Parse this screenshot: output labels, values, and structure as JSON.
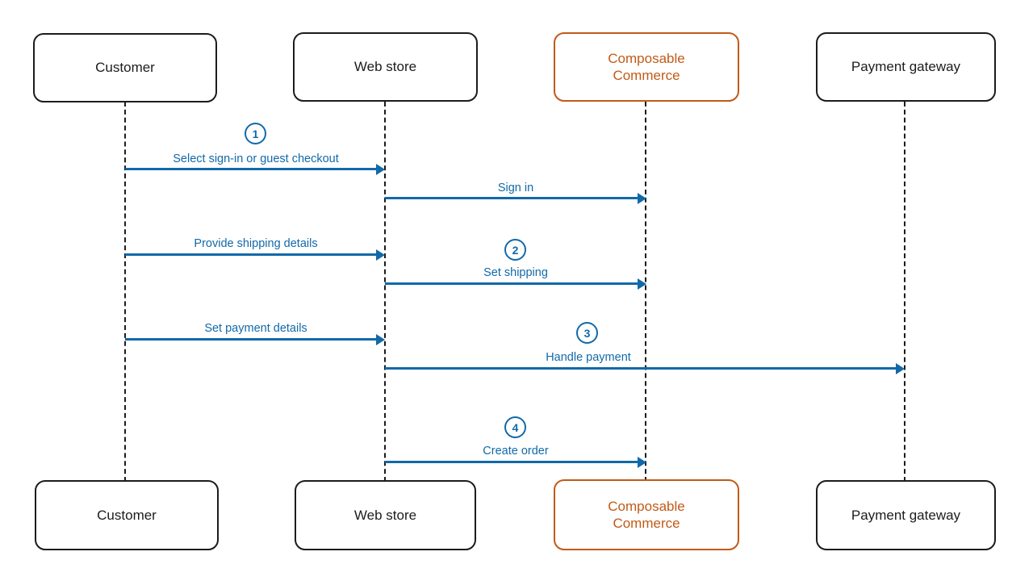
{
  "diagram": {
    "type": "sequence",
    "actors": [
      {
        "id": "customer",
        "label": "Customer",
        "accent": false
      },
      {
        "id": "web-store",
        "label": "Web store",
        "accent": false
      },
      {
        "id": "composable-commerce",
        "label": "Composable Commerce",
        "accent": true
      },
      {
        "id": "payment-gateway",
        "label": "Payment gateway",
        "accent": false
      }
    ],
    "messages": [
      {
        "step": "1",
        "label": "Select sign-in or guest checkout",
        "from": "Customer",
        "to": "Web store"
      },
      {
        "step": "",
        "label": "Sign in",
        "from": "Web store",
        "to": "Composable Commerce"
      },
      {
        "step": "",
        "label": "Provide shipping details",
        "from": "Customer",
        "to": "Web store"
      },
      {
        "step": "2",
        "label": "Set shipping",
        "from": "Web store",
        "to": "Composable Commerce"
      },
      {
        "step": "",
        "label": "Set payment details",
        "from": "Customer",
        "to": "Web store"
      },
      {
        "step": "3",
        "label": "Handle payment",
        "from": "Web store",
        "to": "Payment gateway"
      },
      {
        "step": "4",
        "label": "Create order",
        "from": "Web store",
        "to": "Composable Commerce"
      }
    ],
    "colors": {
      "accent_orange": "#C25A17",
      "message_blue": "#1269A9",
      "line_black": "#1C1C1C",
      "background": "#FFFFFF"
    }
  }
}
